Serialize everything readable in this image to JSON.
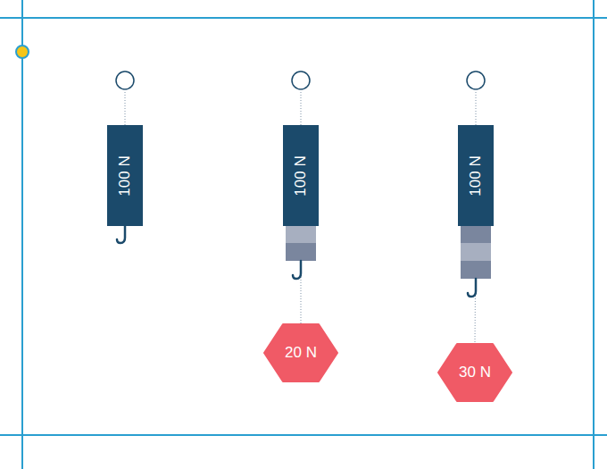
{
  "diagram": {
    "nodes": [
      {
        "text": [
          "100 N"
        ]
      },
      {
        "text": [
          "100 N"
        ]
      },
      {
        "text": [
          "100 N"
        ]
      },
      {
        "text": [
          "20 N"
        ]
      },
      {
        "text": [
          "30 N"
        ]
      }
    ],
    "edges": [
      {
        "from": 1,
        "to": 3,
        "arrow": "none"
      },
      {
        "from": 2,
        "to": 4,
        "arrow": "none"
      }
    ]
  }
}
